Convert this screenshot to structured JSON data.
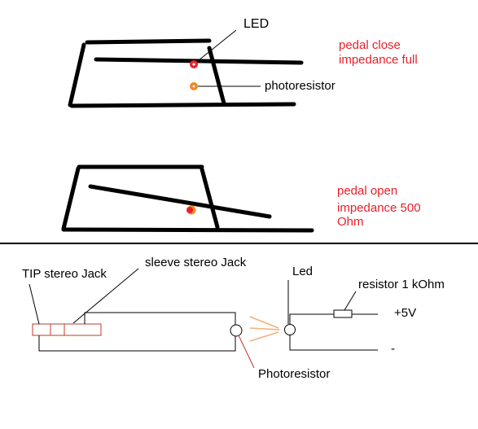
{
  "colors": {
    "ink": "#000000",
    "led": "#e8202a",
    "photoresistor": "#f08a24",
    "label_red": "#e8202a",
    "jack_box": "#c0392b",
    "light_rays": "#f0b07a"
  },
  "top_diagram": {
    "led_label": "LED",
    "photoresistor_label": "photoresistor",
    "state_line1": "pedal close",
    "state_line2": "impedance full"
  },
  "middle_diagram": {
    "state_line1": "pedal open",
    "state_line2": "impedance 500",
    "state_line3": "Ohm"
  },
  "circuit": {
    "tip_label": "TIP stereo Jack",
    "sleeve_label": "sleeve stereo Jack",
    "led_label": "Led",
    "resistor_label": "resistor 1 kOhm",
    "plus_label": "+5V",
    "minus_label": "-",
    "photoresistor_label": "Photoresistor"
  }
}
